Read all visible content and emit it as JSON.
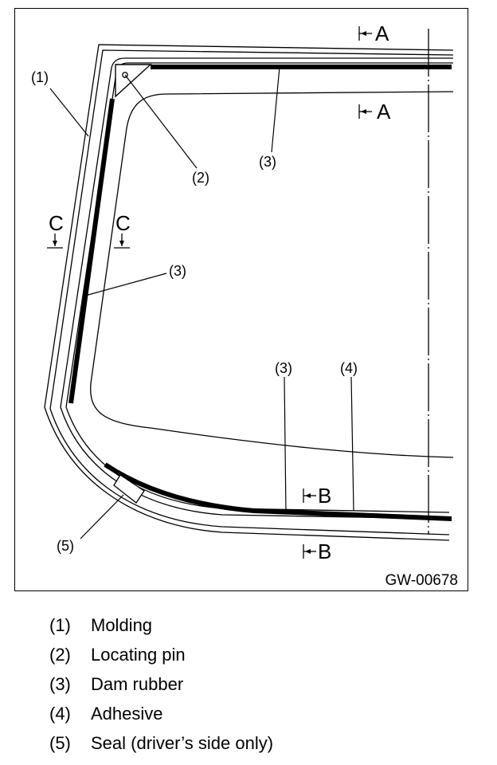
{
  "figure": {
    "code": "GW-00678",
    "section_marks": {
      "a": "A",
      "b": "B",
      "c": "C"
    },
    "callouts": {
      "molding": "(1)",
      "locating_pin": "(2)",
      "dam_rubber_top": "(3)",
      "dam_rubber_side": "(3)",
      "dam_rubber_bottom": "(3)",
      "adhesive": "(4)",
      "seal": "(5)"
    }
  },
  "legend": [
    {
      "num": "(1)",
      "text": "Molding"
    },
    {
      "num": "(2)",
      "text": "Locating pin"
    },
    {
      "num": "(3)",
      "text": "Dam rubber"
    },
    {
      "num": "(4)",
      "text": "Adhesive"
    },
    {
      "num": "(5)",
      "text": "Seal (driver’s side only)"
    }
  ]
}
